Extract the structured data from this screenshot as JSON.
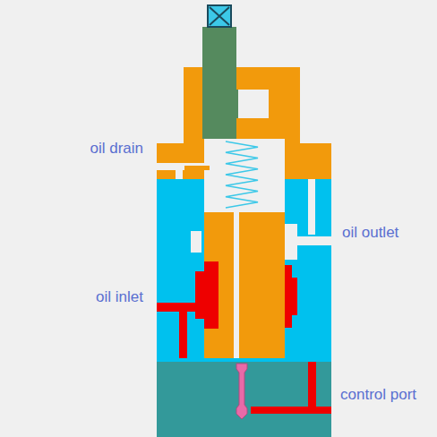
{
  "diagram": {
    "labels": [
      "oil drain",
      "oil outlet",
      "oil inlet",
      "control port"
    ]
  }
}
